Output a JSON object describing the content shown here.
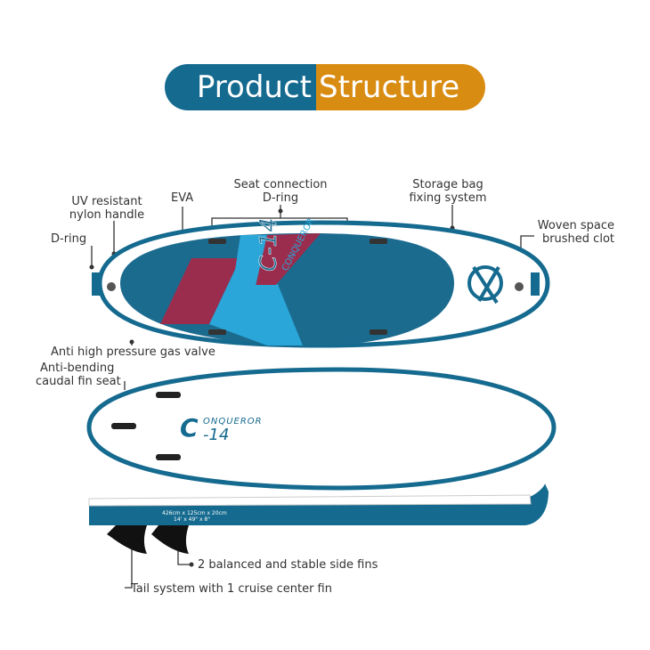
{
  "title": {
    "part1": "Product",
    "part2": "Structure"
  },
  "colors": {
    "blue": "#156a8f",
    "orange": "#d98c12",
    "light_blue": "#2aa6d8",
    "maroon": "#9a2d4d"
  },
  "labels": {
    "uv_handle": [
      "UV resistant",
      "nylon handle"
    ],
    "eva": "EVA",
    "seat_dring": [
      "Seat connection",
      "D-ring"
    ],
    "storage_bag": [
      "Storage bag",
      "fixing system"
    ],
    "woven": [
      "Woven space",
      "brushed clot"
    ],
    "dring": "D-ring",
    "valve": "Anti high pressure gas valve",
    "fin_seat": [
      "Anti-bending",
      "caudal fin seat"
    ],
    "side_fins": "2 balanced and stable side fins",
    "center_fin": "Tail system with 1 cruise center fin"
  },
  "board": {
    "brand": "CONQUEROR",
    "model": "C-14",
    "brand_bottom": "ONQUEROR",
    "model_bottom_c": "C",
    "model_bottom_num": "-14",
    "dims_metric": "426cm x 125cm x 20cm",
    "dims_imperial": "14' x 49\" x 8\""
  }
}
